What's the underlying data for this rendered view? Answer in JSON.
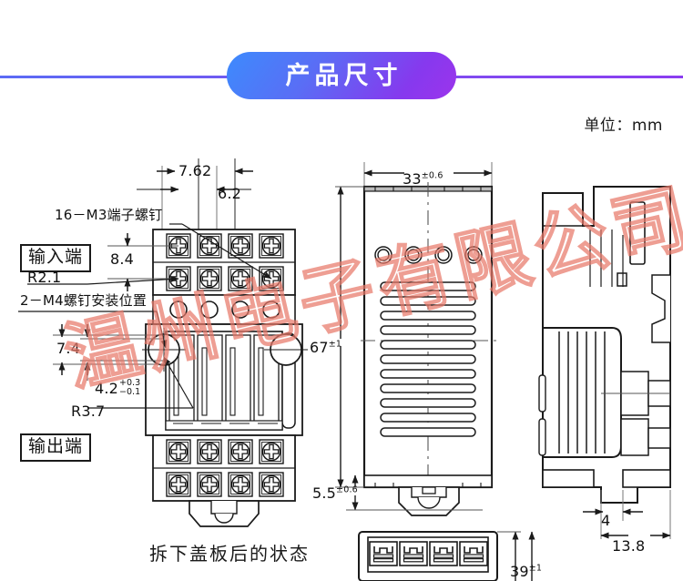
{
  "header": {
    "title": "产品尺寸",
    "rule_color": "#6b5cf2",
    "pill_gradient_from": "#3d8bfd",
    "pill_gradient_to": "#9c34ec"
  },
  "unit_note": "单位：mm",
  "watermark": {
    "text": "温州电子有限公司",
    "color": "#e87869"
  },
  "labels": {
    "input_terminal": "输入端",
    "output_terminal": "输出端"
  },
  "annotations": {
    "screws_16_m3": "16－M3端子螺钉",
    "mount_2_m4": "2－M4螺钉安装位置",
    "radius_r21": "R2.1",
    "radius_r37": "R3.7"
  },
  "dimensions": {
    "pitch_7_62": "7.62",
    "pitch_6_2": "6.2",
    "height_8_4": "8.4",
    "height_7_4": "7.4",
    "width_4_2": "4.2",
    "width_4_2_tol_hi": "+0.3",
    "width_4_2_tol_lo": "−0.1",
    "width_33": "33",
    "width_33_tol": "±0.6",
    "height_67": "67",
    "height_67_tol": "±1",
    "height_5_5": "5.5",
    "height_5_5_tol": "±0.6",
    "depth_4": "4",
    "depth_13_8": "13.8",
    "height_39": "39",
    "height_39_tol": "±1"
  },
  "caption": {
    "bottom": "拆下盖板后的状态"
  },
  "views": {
    "left": "拆下盖板后的状态",
    "middle": "front-view",
    "right": "side-view",
    "bottom_detail": "terminal-detail-view"
  },
  "colors": {
    "line": "#1a1a1a",
    "thin_line": "#444444",
    "background": "#ffffff"
  }
}
